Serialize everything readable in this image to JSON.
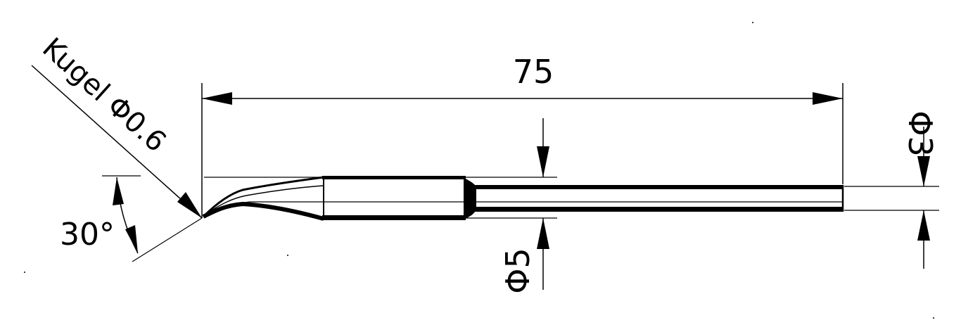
{
  "drawing": {
    "length_dim": "75",
    "shaft_diameter_dim": "Φ3",
    "body_diameter_dim": "Φ5",
    "angle_dim": "30°",
    "tip_note": "Kugel Φ0.6",
    "line_color": "#000000",
    "background_color": "#ffffff"
  }
}
